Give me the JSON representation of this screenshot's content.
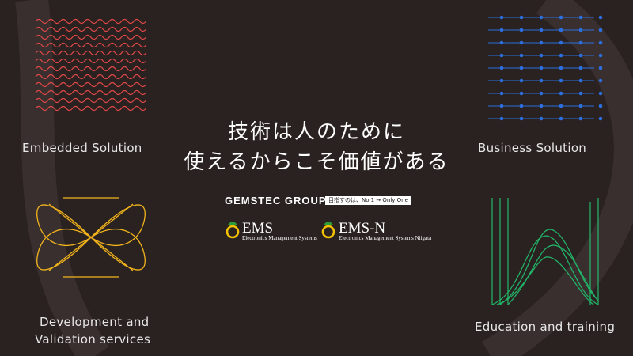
{
  "colors": {
    "background": "#2a2220",
    "embedded_red": "#e04848",
    "business_blue": "#2b6fe0",
    "development_yellow": "#f2b41c",
    "education_green": "#22b86a",
    "logo_green": "#2e9b3a",
    "logo_yellow": "#f2c100"
  },
  "quadrants": {
    "embedded": {
      "label": "Embedded Solution",
      "icon": "wave-lines-icon"
    },
    "business": {
      "label": "Business Solution",
      "icon": "dot-grid-icon"
    },
    "development": {
      "label_line1": "Development and",
      "label_line2": "Validation services",
      "icon": "interlaced-loops-icon"
    },
    "education": {
      "label": "Education and training",
      "icon": "rising-curves-icon"
    }
  },
  "headline": {
    "line1": "技術は人のために",
    "line2": "使えるからこそ価値がある"
  },
  "group": {
    "title": "GEMSTEC GROUP",
    "tagline": "目指すのは、No.1 → Only One"
  },
  "logos": [
    {
      "name": "EMS",
      "subtitle": "Electronics Management Systems"
    },
    {
      "name": "EMS-N",
      "subtitle": "Electronics Management Systems Niigata"
    }
  ]
}
